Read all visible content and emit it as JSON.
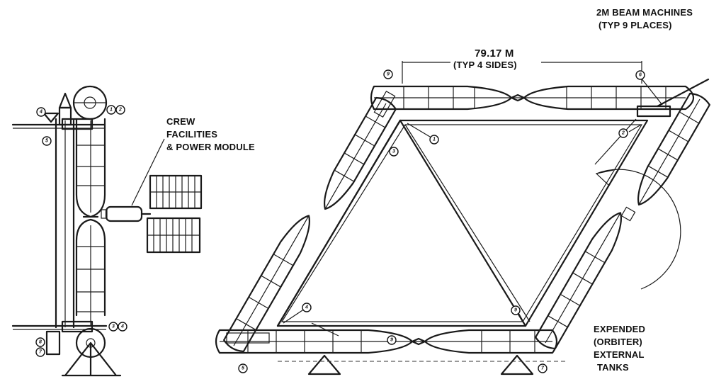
{
  "labels": {
    "beam_machines": "2M BEAM MACHINES",
    "beam_machines_note": "(TYP 9 PLACES)",
    "dimension": "79.17 M",
    "dimension_note": "(TYP 4 SIDES)",
    "crew_line1": "CREW",
    "crew_line2": "FACILITIES",
    "crew_line3": "& POWER MODULE",
    "tanks_line1": "EXPENDED",
    "tanks_line2": "(ORBITER)",
    "tanks_line3": "EXTERNAL",
    "tanks_line4": "TANKS"
  },
  "callouts": {
    "side_c1": "4",
    "side_c2": "5",
    "side_c3": "1",
    "side_c4": "2",
    "side_c5": "3",
    "side_c6": "4",
    "side_c7": "8",
    "side_c8": "7",
    "top_c1": "9",
    "top_c2": "6",
    "top_c3": "1",
    "top_c4": "3",
    "top_c5": "2",
    "top_c6": "4",
    "top_c7": "9",
    "top_c8": "5",
    "top_c9": "9",
    "top_c10": "7"
  }
}
